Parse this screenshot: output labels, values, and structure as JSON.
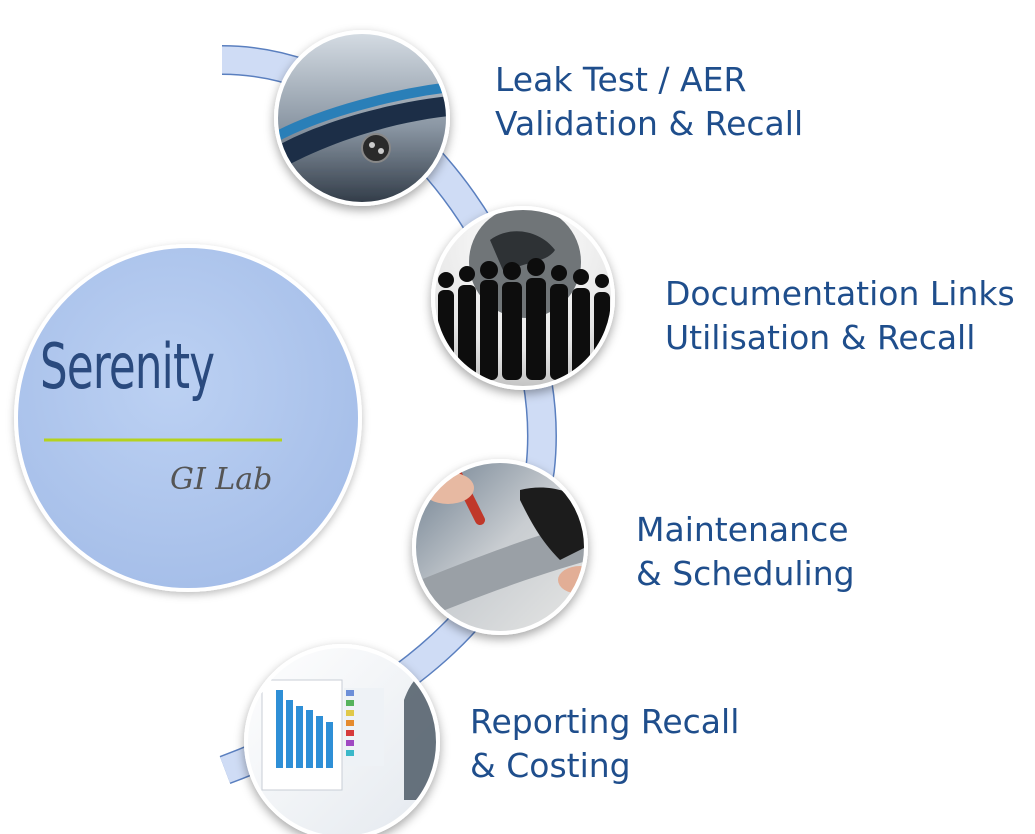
{
  "hub": {
    "title": "Serenity",
    "subtitle": "GI Lab"
  },
  "steps": [
    {
      "line1": "Leak Test / AER",
      "line2": "Validation & Recall",
      "image": "endoscope-tube-photo"
    },
    {
      "line1": "Documentation Links",
      "line2": "Utilisation & Recall",
      "image": "business-people-globe-photo"
    },
    {
      "line1": "Maintenance",
      "line2": "& Scheduling",
      "image": "endoscope-repair-photo"
    },
    {
      "line1": "Reporting Recall",
      "line2": "& Costing",
      "image": "report-chart-photo"
    }
  ],
  "colors": {
    "text": "#1f4e8c",
    "hub_fill": "#b0c8f0",
    "arc_fill": "#cfdcf5",
    "arc_stroke": "#5a7fbf",
    "accent_line": "#b5d21e"
  }
}
